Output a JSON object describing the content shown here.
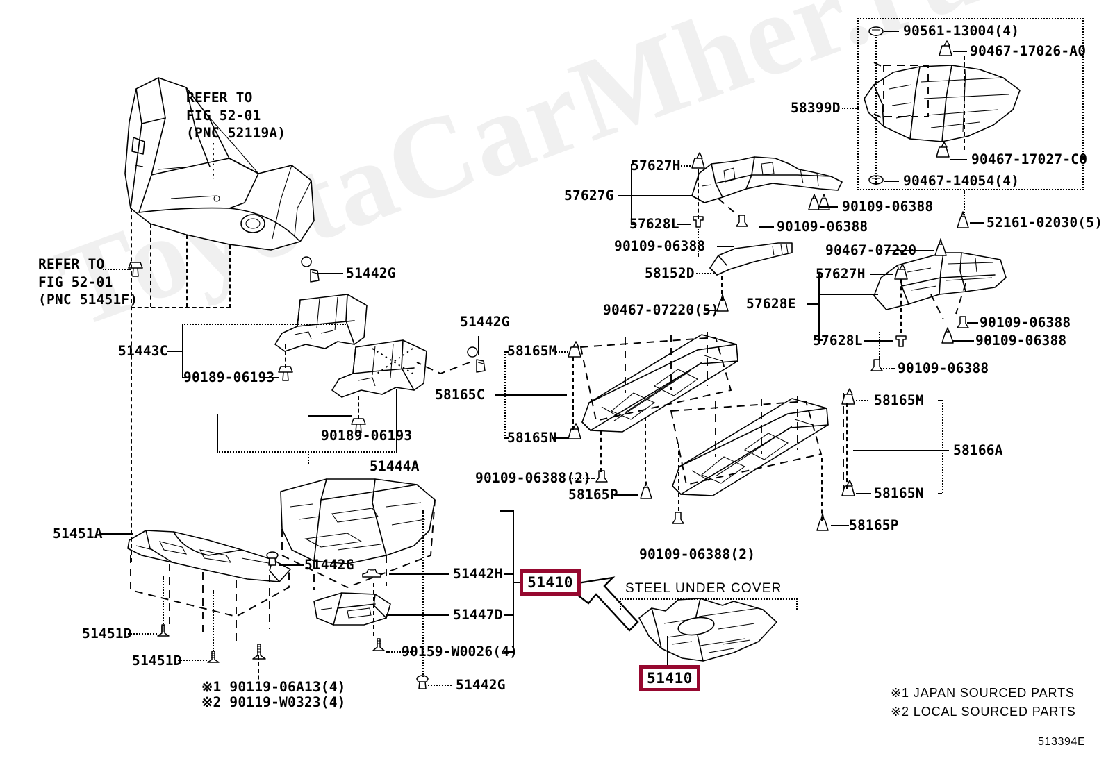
{
  "diagram": {
    "figure_code": "513394E",
    "watermark": "ToyotaCarMher.ru",
    "highlight_color": "#96082f"
  },
  "captions": {
    "steel_under_cover": "STEEL UNDER COVER",
    "legend_1": "※1  JAPAN SOURCED PARTS",
    "legend_2": "※2  LOCAL SOURCED PARTS"
  },
  "highlights": [
    {
      "id": "hl_callout",
      "label": "51410"
    },
    {
      "id": "hl_steel",
      "label": "51410"
    }
  ],
  "labels": {
    "refer_fig52_bumper": "REFER TO\nFIG 52-01\n(PNC 52119A)",
    "refer_fig52_spoiler": "REFER TO\nFIG 52-01\n(PNC 51451F)",
    "p_51443C": "51443C",
    "p_90189_06193_a": "90189-06193",
    "p_51442G_a": "51442G",
    "p_51442G_b": "51442G",
    "p_51442G_c": "51442G",
    "p_51442G_d": "51442G",
    "p_90189_06193_b": "90189-06193",
    "p_51444A": "51444A",
    "p_58165M_left": "58165M",
    "p_58165C": "58165C",
    "p_58165N_left": "58165N",
    "p_90109_06388_2a": "90109-06388(2)",
    "p_58165P_left": "58165P",
    "p_90109_06388_2b": "90109-06388(2)",
    "p_58165M_right": "58165M",
    "p_58166A": "58166A",
    "p_58165N_right": "58165N",
    "p_58165P_right": "58165P",
    "p_51451A": "51451A",
    "p_51451D_a": "51451D",
    "p_51451D_b": "51451D",
    "p_90119_06A13": "※1 90119-06A13(4)",
    "p_90119_W0323": "※2 90119-W0323(4)",
    "p_51442H": "51442H",
    "p_51447D": "51447D",
    "p_90159_W0026": "90159-W0026(4)",
    "p_57627H_left": "57627H",
    "p_57627G": "57627G",
    "p_57628L_left": "57628L",
    "p_90109_06388_c1": "90109-06388",
    "p_90109_06388_c2": "90109-06388",
    "p_90109_06388_c3": "90109-06388",
    "p_58152D": "58152D",
    "p_90467_07220_5": "90467-07220(5)",
    "p_58399D": "58399D",
    "p_90561_13004": "90561-13004(4)",
    "p_90467_17026": "90467-17026-A0",
    "p_90467_17027": "90467-17027-C0",
    "p_90467_14054": "90467-14054(4)",
    "p_52161_02030": "52161-02030(5)",
    "p_90467_07220_r": "90467-07220",
    "p_57627H_right": "57627H",
    "p_57628E": "57628E",
    "p_57628L_right": "57628L",
    "p_90109_06388_r1": "90109-06388",
    "p_90109_06388_r2": "90109-06388",
    "p_90109_06388_r3": "90109-06388"
  }
}
